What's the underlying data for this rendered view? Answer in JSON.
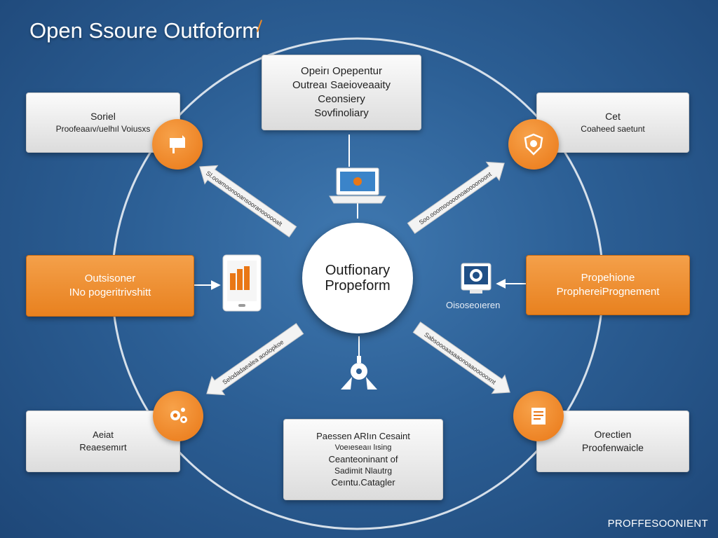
{
  "title": "Open Ssoure Outfoform",
  "center": {
    "lines": [
      "Outfionary",
      "Propeform"
    ]
  },
  "boxes": {
    "top": {
      "lines": [
        "Opeirı Opepentur",
        "Outreaı Saeioveaaity",
        "Ceonsiery",
        "Sovfinoliary"
      ]
    },
    "top_left": {
      "lines": [
        "Soriel",
        "Proofeaaıv/uelhıl Voiusxs"
      ]
    },
    "top_right": {
      "lines": [
        "Cet",
        "Coaheed saetunt"
      ]
    },
    "mid_left": {
      "lines": [
        "Outsisoner",
        "INo pogeritrivshitt"
      ]
    },
    "mid_right": {
      "lines": [
        "Propehione",
        "ProphereiPrognement"
      ]
    },
    "bottom_left": {
      "lines": [
        "Aeiat",
        "Reaesemırt"
      ]
    },
    "bottom": {
      "lines": [
        "Paessen ARIın Cesaint",
        "Voeıeseaıı lısing",
        "Ceanteoninant of",
        "Sadimit Nlautrg",
        "Ceıntu.Catagler"
      ]
    },
    "bottom_right": {
      "lines": [
        "Orectien",
        "Proofenwaicle"
      ]
    }
  },
  "arrow_labels": {
    "upper_left": "Sl.ooamoonooansooranoooooalt",
    "upper_right": "Soo.ooomooooonoaoooonoont",
    "lower_left": "Selodadaealea aoolopkoe",
    "lower_right": "Sabsoooaasaaonoaaoooooxnt"
  },
  "right_device_caption": "Oisoseoıeren",
  "footer": "PROFFESOONIENT",
  "colors": {
    "orange": "#e8811f",
    "box_gray": "#e6e6e6",
    "ring": "#e9eef4",
    "background": "#2c5f95"
  },
  "icons": [
    "flag-icon",
    "shield-icon",
    "gears-icon",
    "document-icon",
    "laptop-icon",
    "tablet-icon",
    "monitor-icon",
    "network-icon"
  ]
}
